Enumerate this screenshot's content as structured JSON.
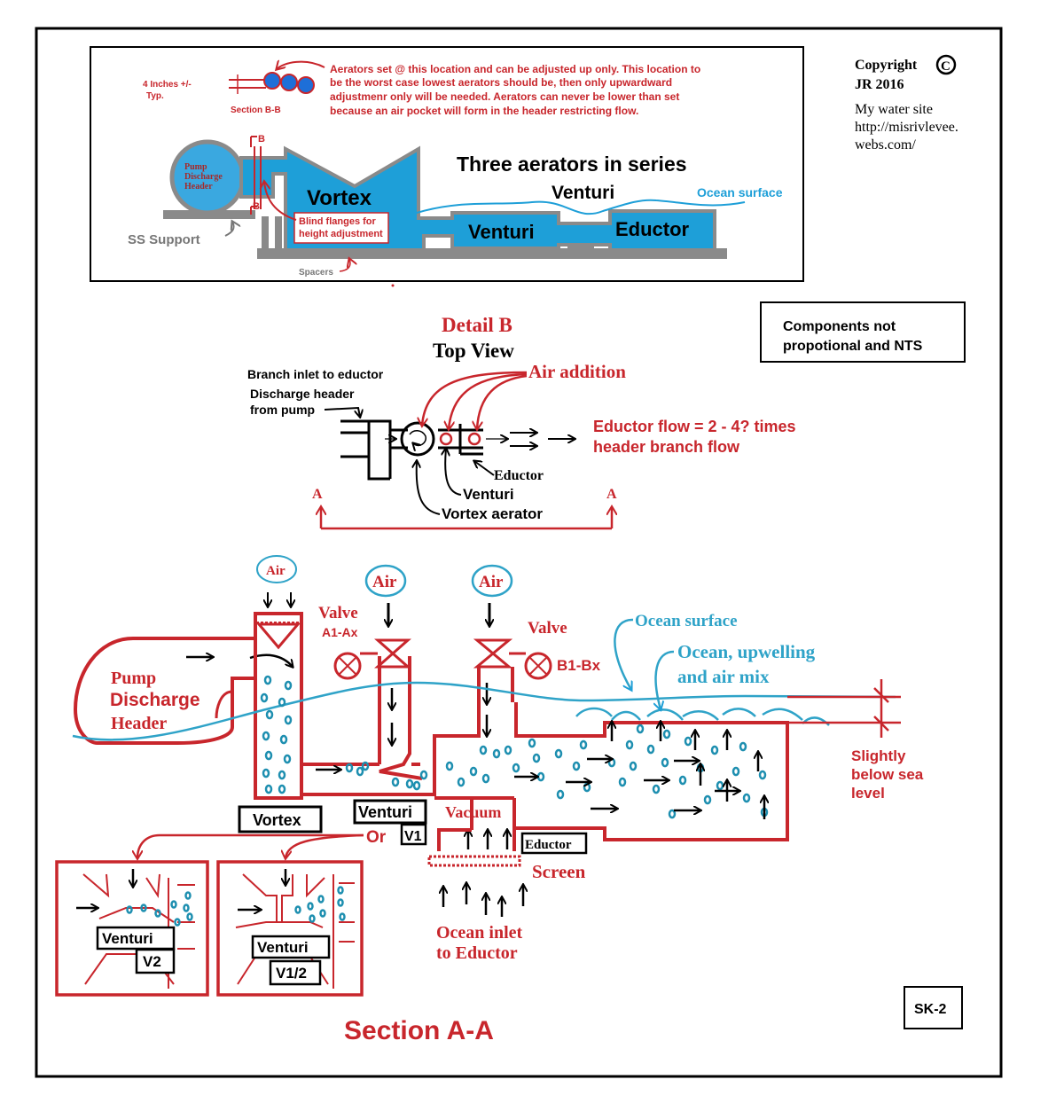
{
  "colors": {
    "red": "#c8262c",
    "darkred": "#a52a2a",
    "blue": "#1e9fd8",
    "ocean": "#2fa3c8",
    "gray": "#777777",
    "black": "#000000"
  },
  "copyright": {
    "line1": "Copyright",
    "symbol": "C",
    "line2": "JR 2016",
    "site1": "My water site",
    "site2": "http://misrivlevee.",
    "site3": "webs.com/"
  },
  "top_panel": {
    "aerator_note": [
      "Aerators set @ this location and can be adjusted up only. This location to",
      "be the worst case lowest aerators should be, then only upwardward",
      "adjustmenr only will be needed. Aerators can never be lower than set",
      "because an air pocket will form in the header restricting flow."
    ],
    "inches_label": "4 Inches +/-",
    "typ_label": "Typ.",
    "section_bb": "Section B-B",
    "b_label": "B",
    "pump_header": [
      "Pump",
      "Discharge",
      "Header"
    ],
    "vortex": "Vortex",
    "title": "Three aerators in series",
    "venturi_above": "Venturi",
    "ocean_surface": "Ocean surface",
    "blind_flanges": [
      "Blind flanges for",
      "height adjustment"
    ],
    "venturi_box": "Venturi",
    "eductor_box": "Eductor",
    "ss_support": "SS Support",
    "spacers": "Spacers"
  },
  "components_note": [
    "Components not",
    "propotional and NTS"
  ],
  "detail_b": {
    "title": "Detail B",
    "subtitle": "Top View",
    "branch_inlet": "Branch inlet to eductor",
    "discharge_header": [
      "Discharge header",
      "from pump"
    ],
    "air_addition": "Air addition",
    "eductor_flow": [
      "Eductor flow = 2 - 4? times",
      "header branch flow"
    ],
    "eductor": "Eductor",
    "venturi": "Venturi",
    "vortex_aerator": "Vortex aerator",
    "a_label": "A"
  },
  "section_aa": {
    "air": "Air",
    "valve": "Valve",
    "valve_a": "A1-Ax",
    "valve_b": "B1-Bx",
    "ocean_surface": "Ocean  surface",
    "ocean_mix": [
      "Ocean, upwelling",
      "and air mix"
    ],
    "pump_header": [
      "Pump",
      "Discharge",
      "Header"
    ],
    "slightly_below": [
      "Slightly",
      "below sea",
      "level"
    ],
    "vortex": "Vortex",
    "venturi": "Venturi",
    "v1": "V1",
    "or": "Or",
    "vacuum": "Vacuum",
    "eductor": "Eductor",
    "screen": "Screen",
    "ocean_inlet": [
      "Ocean inlet",
      "to  Eductor"
    ],
    "v2": "V2",
    "v12": "V1/2",
    "title": "Section A-A",
    "sheet": "SK-2"
  }
}
